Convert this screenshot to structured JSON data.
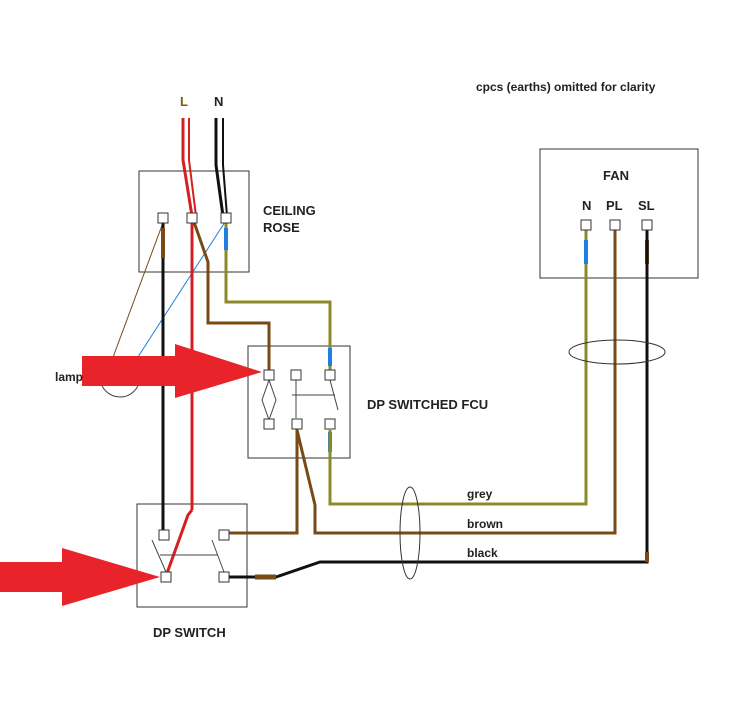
{
  "note": "cpcs (earths) omitted for clarity",
  "supply": {
    "live_label": "L",
    "neutral_label": "N"
  },
  "ceiling_rose": {
    "title_line1": "CEILING",
    "title_line2": "ROSE"
  },
  "lamp": {
    "label": "lamp"
  },
  "fcu": {
    "title": "DP SWITCHED FCU"
  },
  "dp_switch": {
    "title": "DP SWITCH"
  },
  "fan": {
    "title": "FAN",
    "terminals": [
      "N",
      "PL",
      "SL"
    ]
  },
  "cable_labels": {
    "grey": "grey",
    "brown": "brown",
    "black": "black"
  },
  "colors": {
    "red": "#d42020",
    "black": "#111111",
    "brown": "#7a4a16",
    "grey_wire": "#8a8a2a",
    "blue": "#1e7fe0",
    "arrow": "#e8232a",
    "box": "#333333"
  }
}
